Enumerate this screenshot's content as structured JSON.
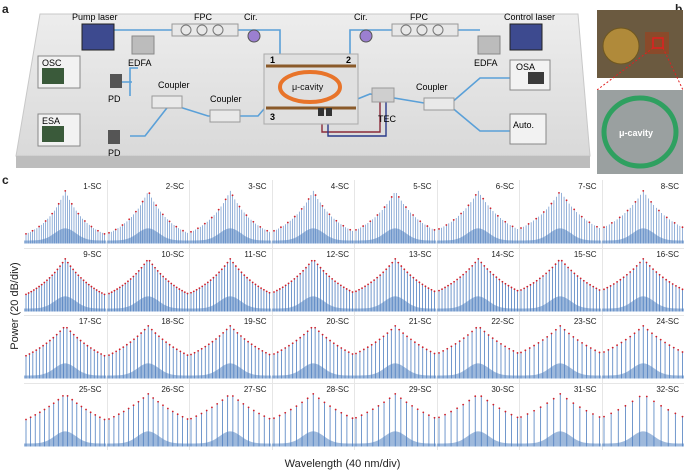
{
  "panels": {
    "a": "a",
    "b": "b",
    "c": "c"
  },
  "setup": {
    "pump_laser": "Pump laser",
    "control_laser": "Control laser",
    "fpc_left": "FPC",
    "fpc_right": "FPC",
    "cir_left": "Cir.",
    "cir_right": "Cir.",
    "edfa_left": "EDFA",
    "edfa_right": "EDFA",
    "osc": "OSC",
    "esa": "ESA",
    "osa": "OSA",
    "auto": "Auto.",
    "pd_top": "PD",
    "pd_bottom": "PD",
    "coupler_1": "Coupler",
    "coupler_2": "Coupler",
    "coupler_3": "Coupler",
    "cavity": "μ-cavity",
    "port_1": "1",
    "port_2": "2",
    "port_3": "3",
    "tec": "TEC"
  },
  "photo": {
    "cavity_label": "μ-cavity"
  },
  "axes": {
    "ylabel": "Power (20 dB/div)",
    "xlabel": "Wavelength (40 nm/div)"
  },
  "chart_data": {
    "type": "grid of spectra",
    "rows": 4,
    "cols": 8,
    "labels": [
      "1-SC",
      "2-SC",
      "3-SC",
      "4-SC",
      "5-SC",
      "6-SC",
      "7-SC",
      "8-SC",
      "9-SC",
      "10-SC",
      "11-SC",
      "12-SC",
      "13-SC",
      "14-SC",
      "15-SC",
      "16-SC",
      "17-SC",
      "18-SC",
      "19-SC",
      "20-SC",
      "21-SC",
      "22-SC",
      "23-SC",
      "24-SC",
      "25-SC",
      "26-SC",
      "27-SC",
      "28-SC",
      "29-SC",
      "30-SC",
      "31-SC",
      "32-SC"
    ],
    "xlabel": "Wavelength (40 nm/div)",
    "ylabel": "Power (20 dB/div)"
  },
  "colors": {
    "spectrum": "#4f7fc0",
    "envelope": "#d0202a",
    "fiber": "#5aa0d8",
    "cavity_ring": "#e8742a",
    "board": "#e6e6e6"
  }
}
